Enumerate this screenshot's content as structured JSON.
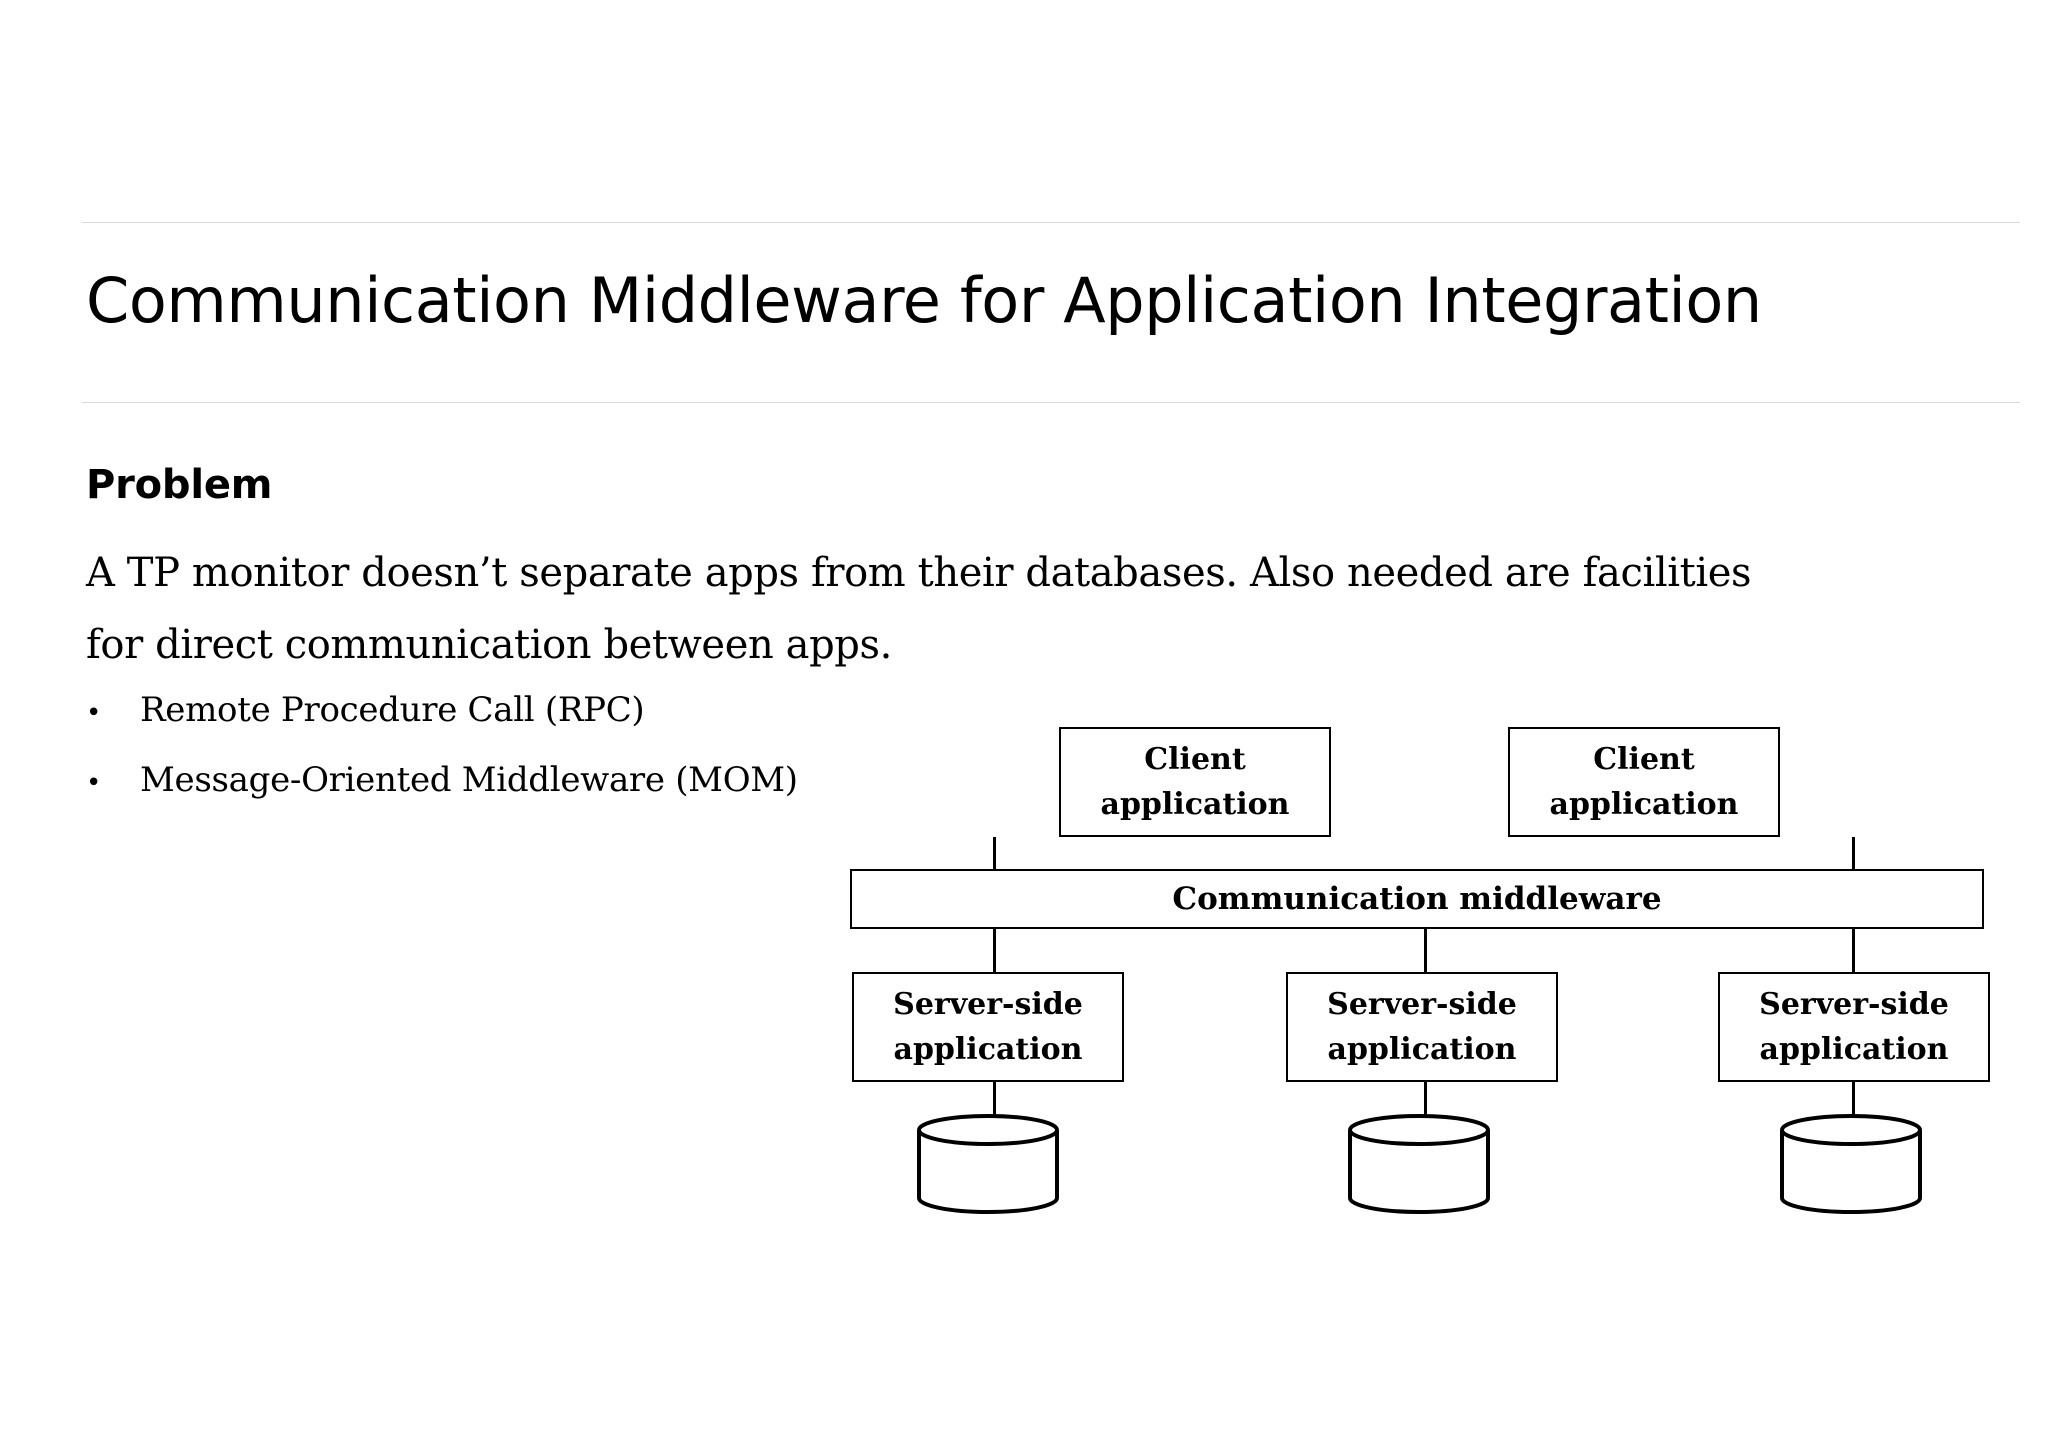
{
  "slide": {
    "title": "Communication Middleware for Application Integration",
    "section_heading": "Problem",
    "body_lines": [
      "A TP monitor doesn’t separate apps from their databases. Also needed are facilities",
      "for direct communication between apps."
    ],
    "bullets": [
      {
        "marker": "•",
        "text": "Remote Procedure Call (RPC)"
      },
      {
        "marker": "•",
        "text": "Message-Oriented Middleware (MOM)"
      }
    ]
  },
  "diagram": {
    "clients": [
      {
        "line1": "Client",
        "line2": "application"
      },
      {
        "line1": "Client",
        "line2": "application"
      }
    ],
    "middleware": {
      "label": "Communication middleware"
    },
    "servers": [
      {
        "line1": "Server-side",
        "line2": "application"
      },
      {
        "line1": "Server-side",
        "line2": "application"
      },
      {
        "line1": "Server-side",
        "line2": "application"
      }
    ],
    "databases": [
      {
        "name": "database-cylinder"
      },
      {
        "name": "database-cylinder"
      },
      {
        "name": "database-cylinder"
      }
    ]
  },
  "colors": {
    "text": "#000000",
    "rule": "#d9d9d9",
    "stroke": "#000000",
    "background": "#ffffff"
  }
}
